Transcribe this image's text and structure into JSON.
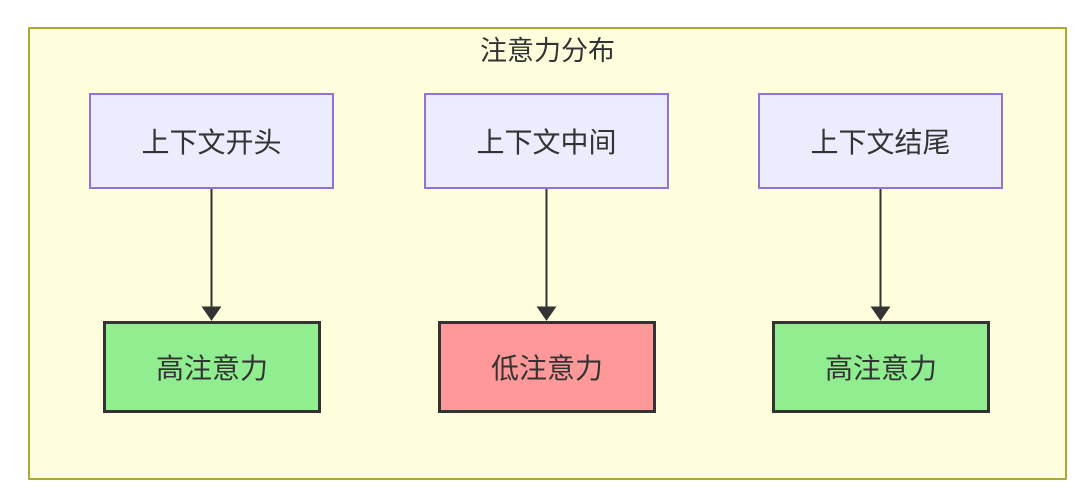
{
  "diagram": {
    "title": "注意力分布",
    "top_nodes": [
      {
        "label": "上下文开头"
      },
      {
        "label": "上下文中间"
      },
      {
        "label": "上下文结尾"
      }
    ],
    "bottom_nodes": [
      {
        "label": "高注意力",
        "level": "high"
      },
      {
        "label": "低注意力",
        "level": "low"
      },
      {
        "label": "高注意力",
        "level": "high"
      }
    ],
    "edges": [
      {
        "from": "上下文开头",
        "to": "高注意力"
      },
      {
        "from": "上下文中间",
        "to": "低注意力"
      },
      {
        "from": "上下文结尾",
        "to": "高注意力"
      }
    ],
    "colors": {
      "container_fill": "#ffffde",
      "container_border": "#aaaa33",
      "context_node_fill": "#ececff",
      "context_node_border": "#9370db",
      "high_attention_fill": "#90ee90",
      "low_attention_fill": "#ff9999",
      "attention_node_border": "#333333",
      "arrow": "#333333",
      "text": "#333333"
    }
  }
}
